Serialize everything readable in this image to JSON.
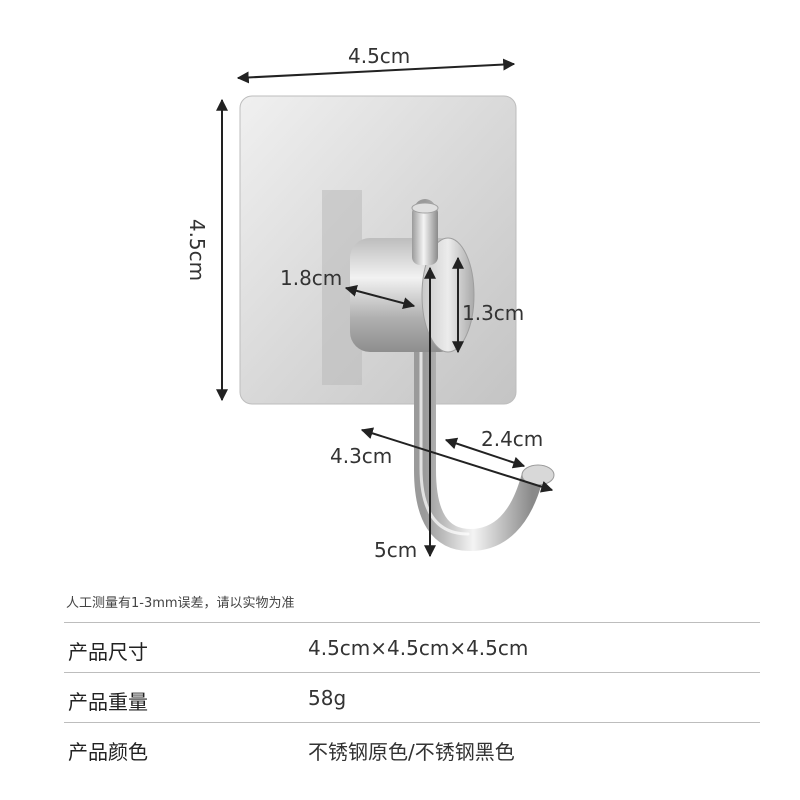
{
  "dimensions": {
    "plate_width": "4.5cm",
    "plate_height": "4.5cm",
    "barrel_length": "1.8cm",
    "barrel_diameter": "1.3cm",
    "hook_depth": "4.3cm",
    "hook_opening": "2.4cm",
    "hook_height": "5cm"
  },
  "note": "人工测量有1-3mm误差，请以实物为准",
  "specs": [
    {
      "label": "产品尺寸",
      "value": "4.5cm×4.5cm×4.5cm"
    },
    {
      "label": "产品重量",
      "value": "58g"
    },
    {
      "label": "产品颜色",
      "value": "不锈钢原色/不锈钢黑色"
    }
  ],
  "colors": {
    "steel_light": "#e6e6e6",
    "steel_dark": "#a8a8a8",
    "dimension_line": "#222222",
    "divider": "#bdbdbd"
  }
}
